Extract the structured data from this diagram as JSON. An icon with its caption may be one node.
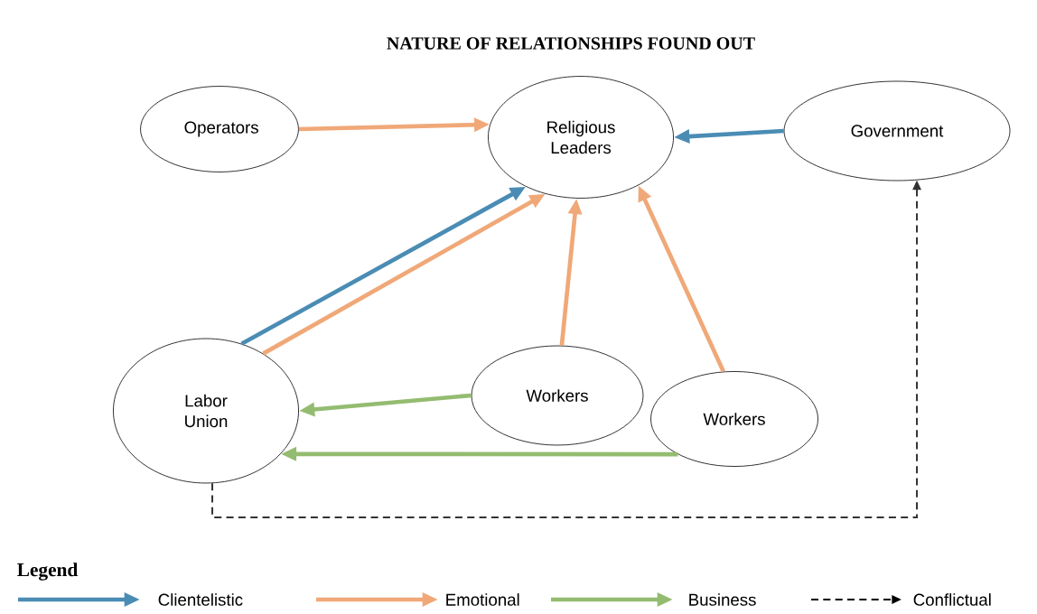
{
  "diagram": {
    "title": "NATURE OF RELATIONSHIPS FOUND OUT",
    "nodes": [
      {
        "text": [
          "Operators"
        ]
      },
      {
        "text": [
          "Religious Leaders"
        ]
      },
      {
        "text": [
          "Government"
        ]
      },
      {
        "text": [
          "Labor Union"
        ]
      },
      {
        "text": [
          "Workers"
        ]
      },
      {
        "text": [
          "Workers"
        ]
      }
    ],
    "edges": [
      {
        "from": 0,
        "to": 1,
        "arrow": "to",
        "color": "#f0a878"
      },
      {
        "from": 2,
        "to": 1,
        "arrow": "to",
        "color": "#4a8cb4"
      },
      {
        "from": 3,
        "to": 1,
        "arrow": "to",
        "color": "#4a8cb4"
      },
      {
        "from": 3,
        "to": 1,
        "arrow": "to",
        "color": "#f0a878"
      },
      {
        "from": 4,
        "to": 1,
        "arrow": "to",
        "color": "#f0a878"
      },
      {
        "from": 5,
        "to": 1,
        "arrow": "to",
        "color": "#f0a878"
      },
      {
        "from": 4,
        "to": 3,
        "arrow": "to",
        "color": "#94bc70"
      },
      {
        "from": 5,
        "to": 3,
        "arrow": "to",
        "color": "#94bc70"
      },
      {
        "from": 3,
        "to": 2,
        "arrow": "to",
        "style": "dashed",
        "color": "#333333"
      }
    ],
    "labels": [
      "Legend"
    ],
    "legend": [
      {
        "text": "Clientelistic",
        "color": "#4a8cb4"
      },
      {
        "text": "Emotional",
        "color": "#f0a878"
      },
      {
        "text": "Business",
        "color": "#94bc70"
      },
      {
        "text": "Conflictual"
      }
    ]
  }
}
